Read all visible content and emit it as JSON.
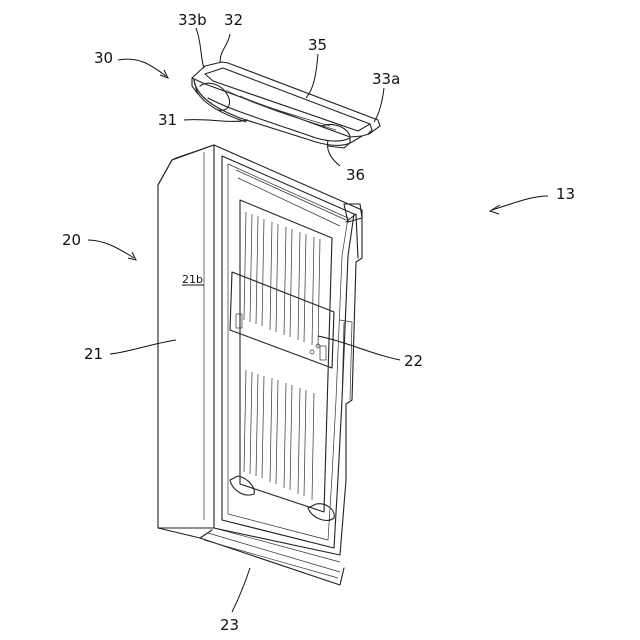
{
  "labels": {
    "l30": "30",
    "l33b": "33b",
    "l32": "32",
    "l35": "35",
    "l33a": "33a",
    "l31": "31",
    "l36": "36",
    "l13": "13",
    "l20": "20",
    "l21b": "21b",
    "l21": "21",
    "l22": "22",
    "l23": "23"
  }
}
